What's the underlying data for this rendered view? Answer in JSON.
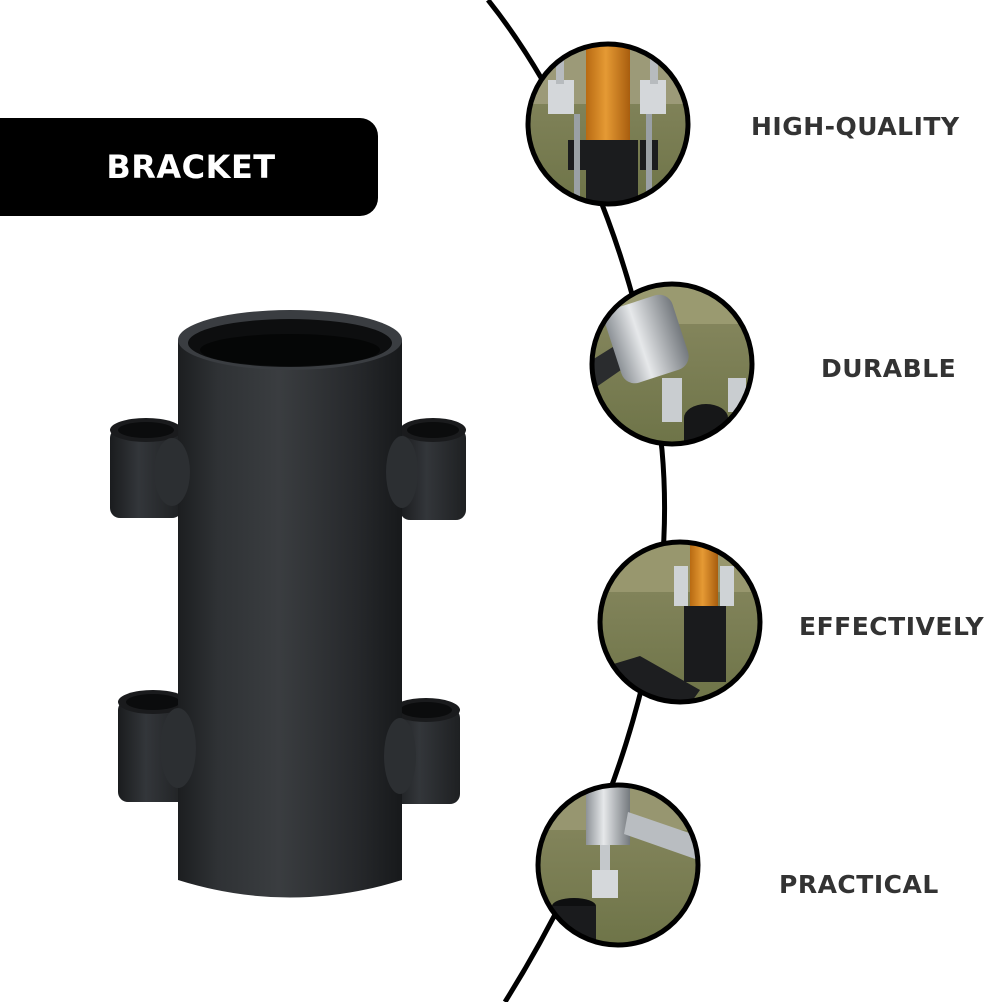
{
  "banner": {
    "title": "BRACKET",
    "background": "#000000",
    "text_color": "#ffffff"
  },
  "product": {
    "image": "black-pipe-bracket-with-four-lugs",
    "color": "#2b2e31"
  },
  "features": [
    {
      "label": "HIGH-QUALITY",
      "image": "bracket-holding-orange-pole-photo"
    },
    {
      "label": "DURABLE",
      "image": "steel-pole-and-screw-clamp-photo"
    },
    {
      "label": "EFFECTIVELY",
      "image": "bracket-in-ground-with-pole-photo"
    },
    {
      "label": "PRACTICAL",
      "image": "pole-inserted-into-bracket-photo"
    }
  ],
  "label_color": "#333333"
}
